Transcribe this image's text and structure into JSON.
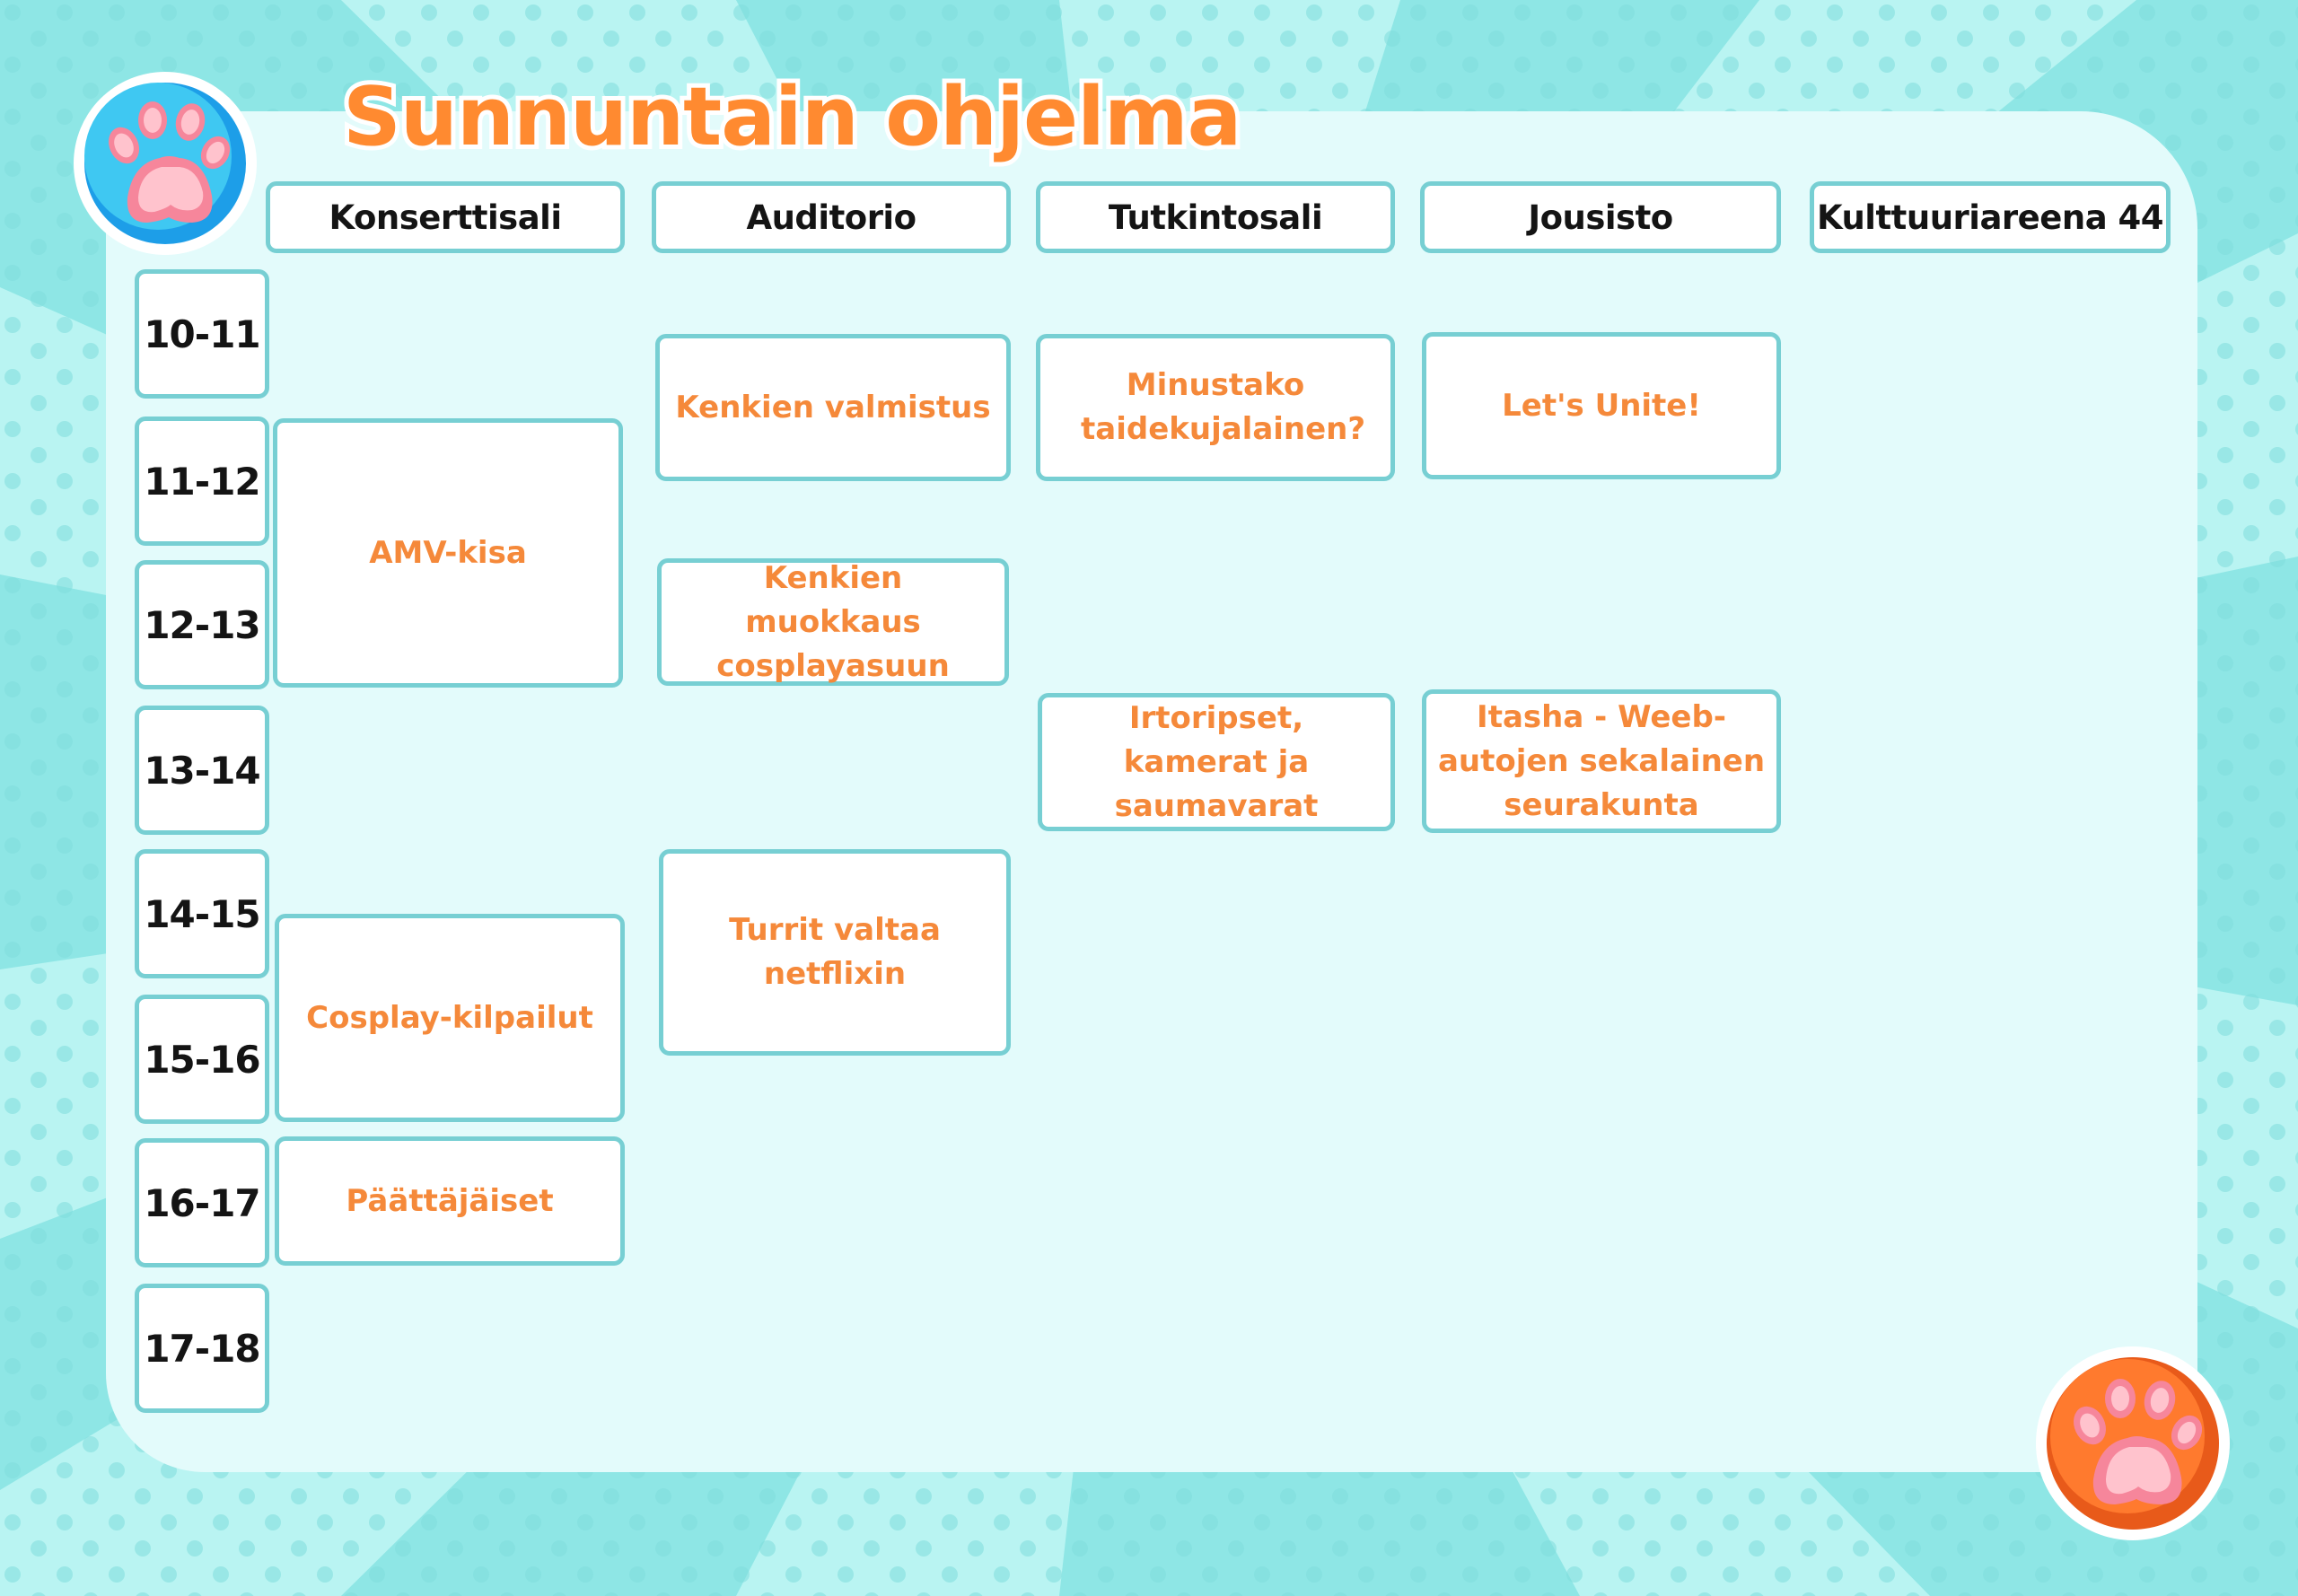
{
  "title": "Sunnuntain ohjelma",
  "colors": {
    "accent": "#ff8a30",
    "border": "#77cfd3",
    "panel": "#e3fbfb",
    "background": "#8fe8e6",
    "event_text": "#f5893a"
  },
  "icons": {
    "top_left": "blue-paw-icon",
    "bottom_right": "orange-paw-icon"
  },
  "venues": [
    "Konserttisali",
    "Auditorio",
    "Tutkintosali",
    "Jousisto",
    "Kulttuuriareena 44"
  ],
  "time_slots": [
    "10-11",
    "11-12",
    "12-13",
    "13-14",
    "14-15",
    "15-16",
    "16-17",
    "17-18"
  ],
  "events": [
    {
      "name": "AMV-kisa",
      "venue": "Konserttisali"
    },
    {
      "name": "Cosplay-kilpailut",
      "venue": "Konserttisali"
    },
    {
      "name": "Päättäjäiset",
      "venue": "Konserttisali"
    },
    {
      "name": "Kenkien valmistus",
      "venue": "Auditorio"
    },
    {
      "name": "Kenkien muokkaus cosplayasuun",
      "venue": "Auditorio"
    },
    {
      "name": "Turrit valtaa netflixin",
      "venue": "Auditorio"
    },
    {
      "name": "Minustako taidekujalainen?",
      "venue": "Tutkintosali"
    },
    {
      "name": "Irtoripset, kamerat ja saumavarat",
      "venue": "Tutkintosali"
    },
    {
      "name": "Let's Unite!",
      "venue": "Jousisto"
    },
    {
      "name": "Itasha - Weeb-autojen sekalainen seurakunta",
      "venue": "Jousisto"
    }
  ]
}
